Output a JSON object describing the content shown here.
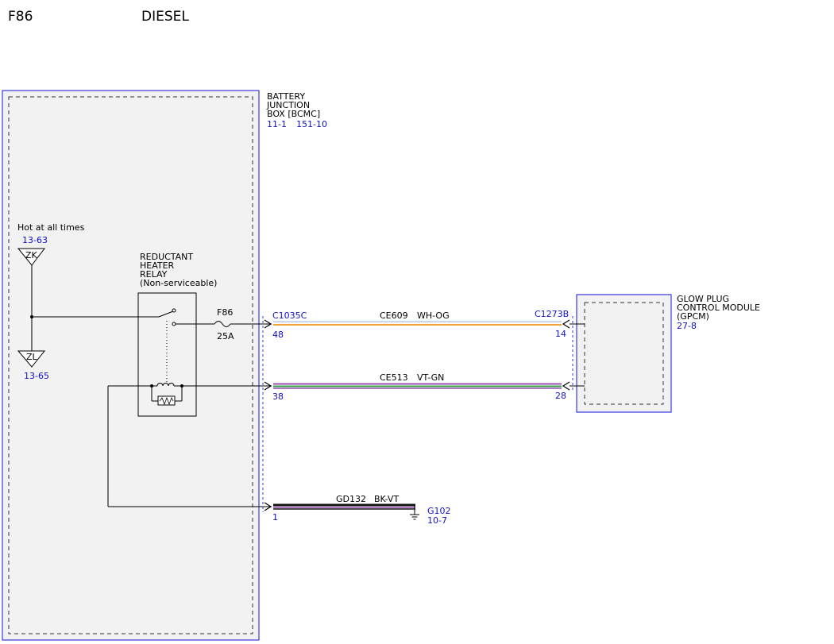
{
  "header": {
    "fuse_id": "F86",
    "variant": "DIESEL"
  },
  "battery_junction_box": {
    "name_lines": [
      "BATTERY",
      "JUNCTION",
      "BOX [BCMC]"
    ],
    "refs": [
      "11-1",
      "151-10"
    ]
  },
  "power_feed": {
    "label": "Hot at all times",
    "top": {
      "symbol": "ZK",
      "ref": "13-63"
    },
    "bottom": {
      "symbol": "ZL",
      "ref": "13-65"
    }
  },
  "relay": {
    "name_lines": [
      "REDUCTANT",
      "HEATER",
      "RELAY",
      "(Non-serviceable)"
    ]
  },
  "fuse": {
    "id": "F86",
    "rating": "25A"
  },
  "circuits": [
    {
      "circuit": "CE609",
      "color_code": "WH-OG",
      "from_connector": "C1035C",
      "from_pin": "48",
      "to_connector": "C1273B",
      "to_pin": "14",
      "stripe_colors": [
        "#e8e8e8",
        "#f2a23c"
      ]
    },
    {
      "circuit": "CE513",
      "color_code": "VT-GN",
      "from_connector": "",
      "from_pin": "38",
      "to_connector": "",
      "to_pin": "28",
      "stripe_colors": [
        "#9a4fb5",
        "#3aa04a"
      ]
    },
    {
      "circuit": "GD132",
      "color_code": "BK-VT",
      "from_connector": "",
      "from_pin": "1",
      "stripe_colors": [
        "#111111",
        "#9a4fb5"
      ]
    }
  ],
  "ground": {
    "id": "G102",
    "ref": "10-7"
  },
  "glow_plug_module": {
    "name_lines": [
      "GLOW PLUG",
      "CONTROL MODULE",
      "(GPCM)"
    ],
    "ref": "27-8"
  },
  "colors": {
    "wire": "#000000",
    "reference": "#1010c8",
    "module_border": "#3a3ae0",
    "module_fill": "#f2f2f2"
  }
}
